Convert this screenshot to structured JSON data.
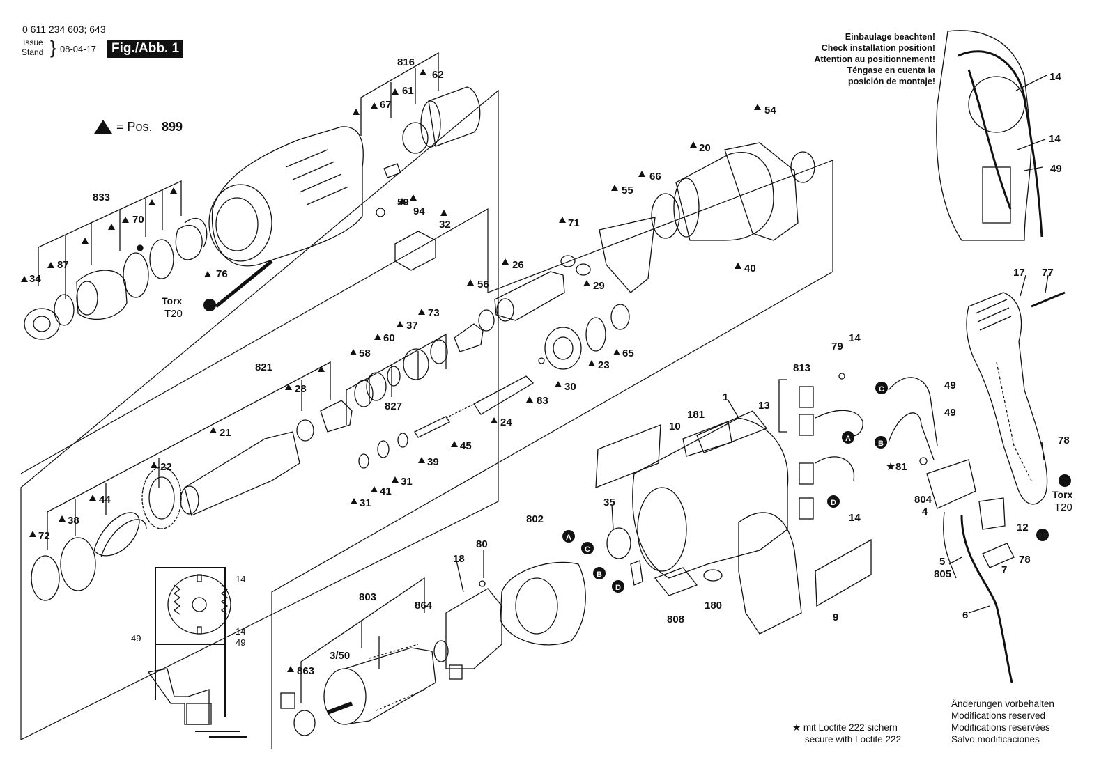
{
  "header": {
    "part_number": "0 611 234 603; 643",
    "issue_label": "Issue",
    "stand_label": "Stand",
    "issue_date": "08-04-17",
    "figure_label": "Fig./Abb. 1"
  },
  "legend": {
    "symbol_text": "= Pos.",
    "pos_number": "899"
  },
  "install_note": [
    "Einbaulage beachten!",
    "Check installation position!",
    "Attention au positionnement!",
    "Téngase en cuenta la",
    "posición de montaje!"
  ],
  "torx": {
    "label": "Torx",
    "size": "T20"
  },
  "loctite_note": [
    "mit Loctite 222 sichern",
    "secure with Loctite 222"
  ],
  "modifications_note": [
    "Änderungen vorbehalten",
    "Modifications reserved",
    "Modifications reservées",
    "Salvo modificaciones"
  ],
  "connectors": [
    "A",
    "B",
    "C",
    "D"
  ],
  "callouts": {
    "c816": "816",
    "c62": "62",
    "c61": "61",
    "c67": "67",
    "c833": "833",
    "c70": "70",
    "c87": "87",
    "c34": "34",
    "c59": "59",
    "c94": "94",
    "c32": "32",
    "c76": "76",
    "c54": "54",
    "c20": "20",
    "c66": "66",
    "c55": "55",
    "c71": "71",
    "c40": "40",
    "c26": "26",
    "c29": "29",
    "c56": "56",
    "c65": "65",
    "c23": "23",
    "c30": "30",
    "c83": "83",
    "c73": "73",
    "c37": "37",
    "c60": "60",
    "c58": "58",
    "c827": "827",
    "c821": "821",
    "c28": "28",
    "c21": "21",
    "c24": "24",
    "c45": "45",
    "c39": "39",
    "c31a": "31",
    "c41": "41",
    "c31b": "31",
    "c22": "22",
    "c44": "44",
    "c38": "38",
    "c72": "72",
    "c14a": "14",
    "c14b": "14",
    "c49a": "49",
    "c17": "17",
    "c77": "77",
    "c78a": "78",
    "c12": "12",
    "c78b": "78",
    "c7": "7",
    "c5": "5",
    "c805": "805",
    "c6": "6",
    "c81": "81",
    "c804": "804",
    "c4": "4",
    "c49b": "49",
    "c49c": "49",
    "c813": "813",
    "c79": "79",
    "c14c": "14",
    "c13": "13",
    "c14d": "14",
    "c1": "1",
    "c181": "181",
    "c10": "10",
    "c35": "35",
    "c9": "9",
    "c180": "180",
    "c808": "808",
    "c802": "802",
    "c80": "80",
    "c18": "18",
    "c803": "803",
    "c864": "864",
    "c350": "3/50",
    "c863": "863",
    "c14e": "14",
    "c14f": "14",
    "c49d": "49",
    "c49e": "49"
  },
  "colors": {
    "ink": "#111111",
    "paper": "#ffffff",
    "label_bg": "#111111"
  }
}
